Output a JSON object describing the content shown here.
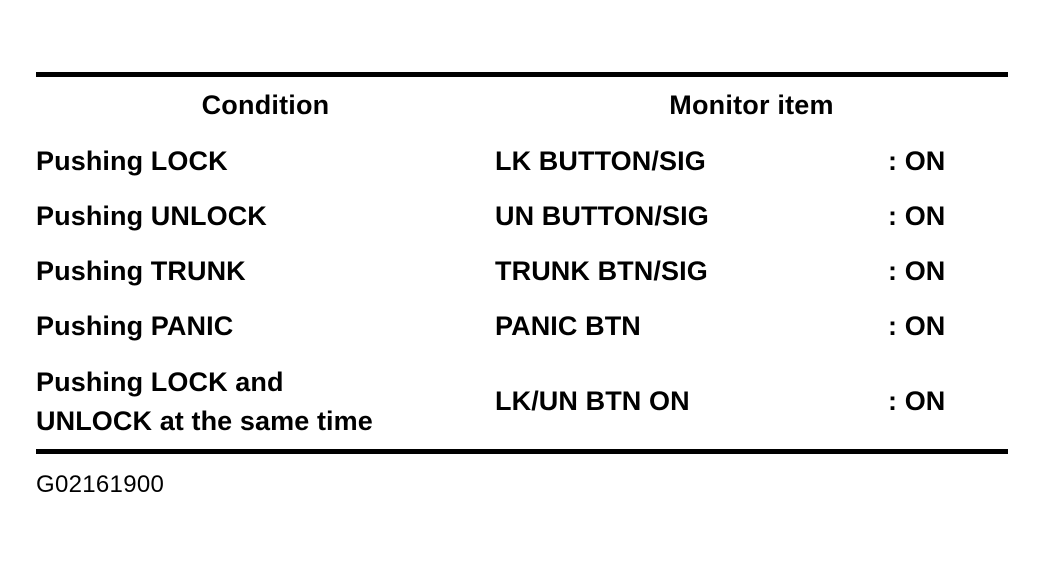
{
  "table": {
    "headers": {
      "condition": "Condition",
      "monitor": "Monitor item"
    },
    "rows": [
      {
        "condition": "Pushing LOCK",
        "monitor_name": "LK BUTTON/SIG",
        "monitor_value": ": ON"
      },
      {
        "condition": "Pushing UNLOCK",
        "monitor_name": "UN BUTTON/SIG",
        "monitor_value": ": ON"
      },
      {
        "condition": "Pushing TRUNK",
        "monitor_name": "TRUNK BTN/SIG",
        "monitor_value": ": ON"
      },
      {
        "condition": "Pushing PANIC",
        "monitor_name": "PANIC BTN",
        "monitor_value": ": ON"
      },
      {
        "condition": "Pushing LOCK and\nUNLOCK at the same time",
        "monitor_name": "LK/UN BTN ON",
        "monitor_value": ": ON"
      }
    ]
  },
  "caption": "G02161900",
  "colors": {
    "background": "#ffffff",
    "text": "#000000",
    "rule": "#000000"
  }
}
